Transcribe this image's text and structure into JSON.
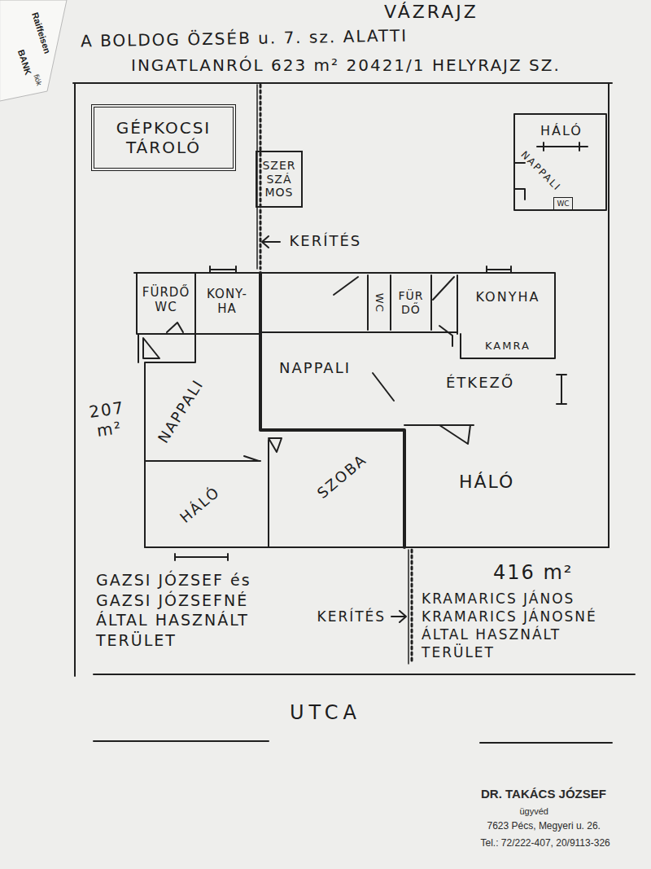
{
  "diagram": {
    "title": "VÁZRAJZ",
    "nodes": [
      {
        "text": [
          "GÉPKOCSI TÁROLÓ"
        ]
      },
      {
        "text": [
          "SZER SZÁ MOS"
        ]
      },
      {
        "text": [
          "HÁLÓ"
        ]
      },
      {
        "text": [
          "NAPPALI"
        ]
      },
      {
        "text": [
          "WC"
        ]
      },
      {
        "text": [
          "FÜRDŐ WC"
        ]
      },
      {
        "text": [
          "KONY-HA"
        ]
      },
      {
        "text": [
          "WC"
        ]
      },
      {
        "text": [
          "FÜR DŐ"
        ]
      },
      {
        "text": [
          "KONYHA"
        ]
      },
      {
        "text": [
          "KAMRA"
        ]
      },
      {
        "text": [
          "NAPPALI"
        ]
      },
      {
        "text": [
          "ÉTKEZŐ"
        ]
      },
      {
        "text": [
          "NAPPALI"
        ]
      },
      {
        "text": [
          "HÁLÓ"
        ]
      },
      {
        "text": [
          "SZOBA"
        ]
      },
      {
        "text": [
          "HÁLÓ"
        ]
      }
    ],
    "labels": [
      "A BOLDOG ÖZSÉB u. 7. sz. ALATTI",
      "INGATLANRÓL 623 m² 20421/1 HELYRAJZ SZ.",
      "Raiffeisen",
      "BANK",
      "fiók",
      "KERÍTÉS",
      "207 m²",
      "GAZSI JÓZSEF és GAZSI JÓZSEFNÉ ÁLTAL HASZNÁLT TERÜLET",
      "KERÍTÉS",
      "416 m²",
      "KRAMARICS JÁNOS KRAMARICS JÁNOSNÉ ÁLTAL HASZNÁLT TERÜLET",
      "UTCA",
      "DR. TAKÁCS JÓZSEF",
      "ügyvéd",
      "7623 Pécs, Megyeri u. 26.",
      "Tel.: 72/222-407, 20/9113-326"
    ]
  }
}
